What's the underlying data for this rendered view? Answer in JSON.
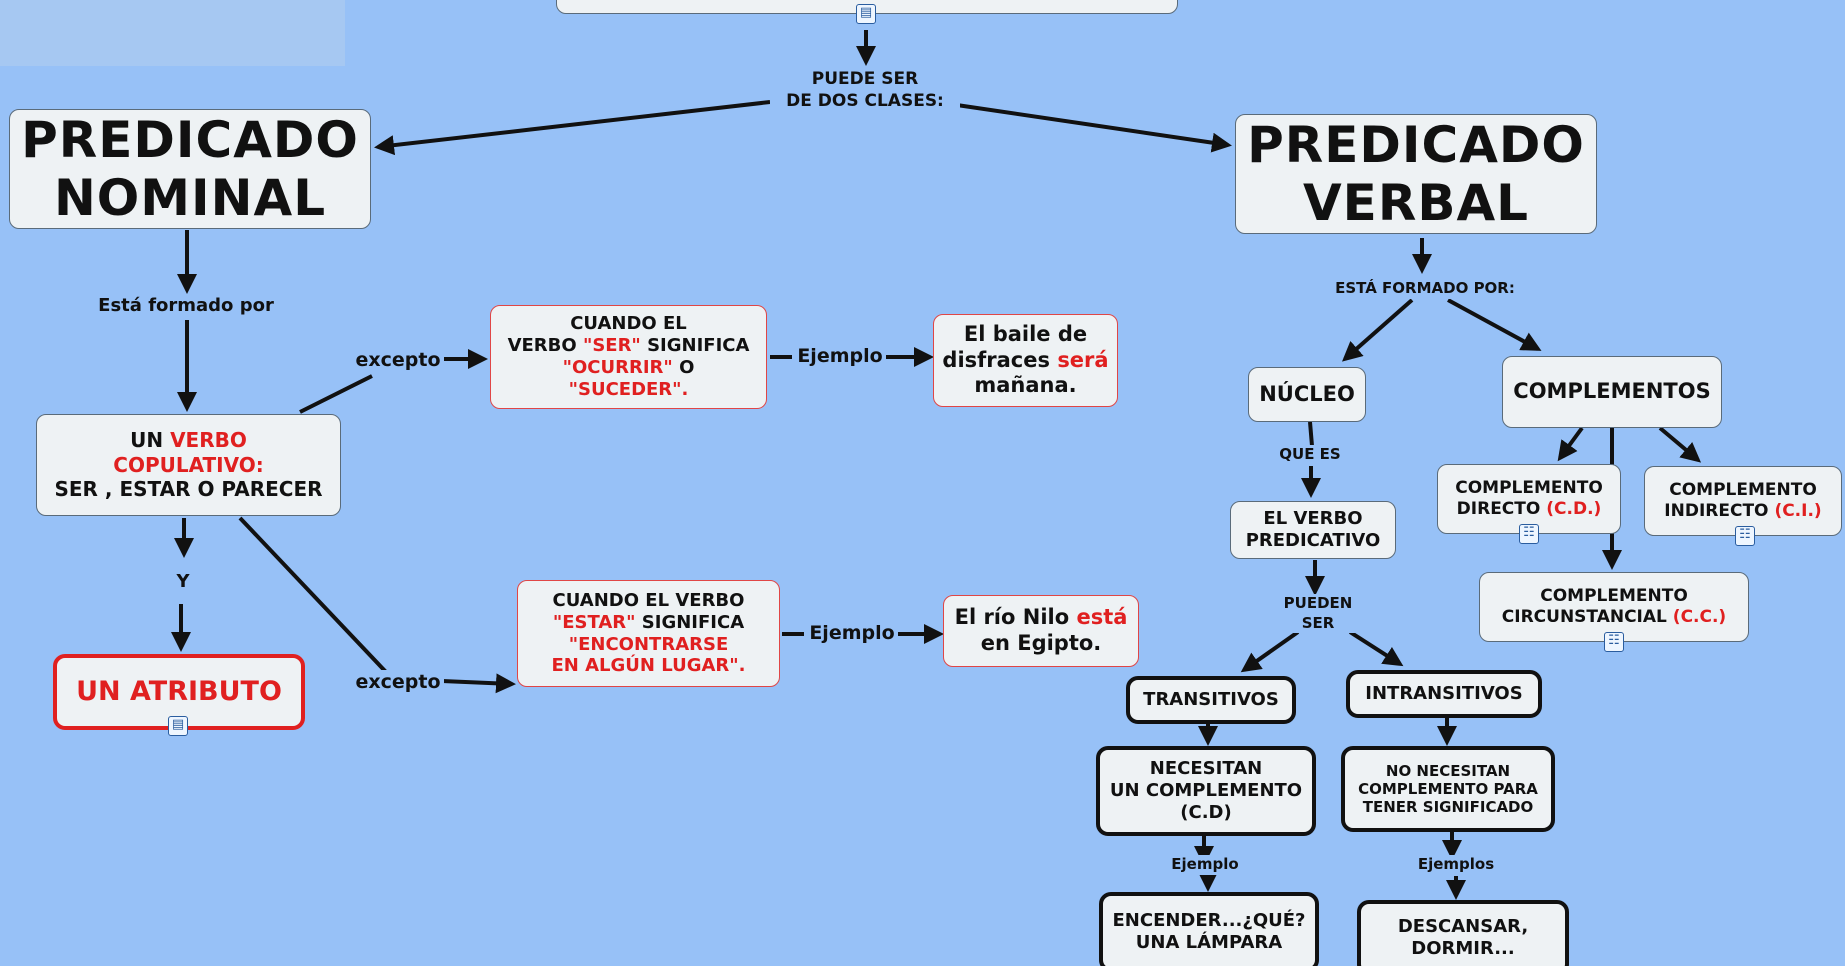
{
  "diagram": {
    "root_connector": "PUEDE SER\nDE DOS CLASES:",
    "nominal": {
      "title": "PREDICADO\nNOMINAL",
      "formed_by": "Está formado por",
      "verb_prefix": "UN ",
      "verb_red": "VERBO\nCOPULATIVO:",
      "verb_rest": "SER , ESTAR O PARECER",
      "and": "Y",
      "attribute": "UN ATRIBUTO",
      "except_1": "excepto",
      "except_2": "excepto",
      "ser_case": {
        "t1": "CUANDO EL\nVERBO ",
        "t2": "\"SER\"",
        "t3": " SIGNIFICA\n",
        "t4": "\"OCURRIR\"",
        "t5": " O\n",
        "t6": "\"SUCEDER\"."
      },
      "ser_example_label": "Ejemplo",
      "ser_example": {
        "t1": "El baile de\ndisfraces ",
        "t2": "será",
        "t3": "\nmañana."
      },
      "estar_case": {
        "t1": "CUANDO EL VERBO\n",
        "t2": "\"ESTAR\"",
        "t3": " SIGNIFICA\n",
        "t4": "\"ENCONTRARSE\nEN ALGÚN LUGAR\"."
      },
      "estar_example_label": "Ejemplo",
      "estar_example": {
        "t1": "El río Nilo ",
        "t2": "está",
        "t3": "\nen Egipto."
      }
    },
    "verbal": {
      "title": "PREDICADO\nVERBAL",
      "formed_by": "ESTÁ FORMADO POR:",
      "nucleus": "NÚCLEO",
      "complements": "COMPLEMENTOS",
      "que_es": "QUE ES",
      "predicative": "EL VERBO\nPREDICATIVO",
      "pueden_ser": "PUEDEN\nSER",
      "transitive": "TRANSITIVOS",
      "intransitive": "INTRANSITIVOS",
      "transitive_desc": "NECESITAN\nUN COMPLEMENTO\n(C.D)",
      "intransitive_desc": "NO NECESITAN\nCOMPLEMENTO PARA\nTENER SIGNIFICADO",
      "transitive_ex_label": "Ejemplo",
      "intransitive_ex_label": "Ejemplos",
      "transitive_ex": "ENCENDER...¿QUÉ?\nUNA LÁMPARA",
      "intransitive_ex": "DESCANSAR,\nDORMIR...",
      "cd": {
        "text": "COMPLEMENTO\nDIRECTO ",
        "abbr": "(C.D.)"
      },
      "ci": {
        "text": "COMPLEMENTO\nINDIRECTO ",
        "abbr": "(C.I.)"
      },
      "cc": {
        "text": "COMPLEMENTO\nCIRCUNSTANCIAL ",
        "abbr": "(C.C.)"
      }
    },
    "colors": {
      "background": "#97c1f7",
      "accent_red": "#e02020",
      "node_fill": "#eef2f4"
    }
  }
}
